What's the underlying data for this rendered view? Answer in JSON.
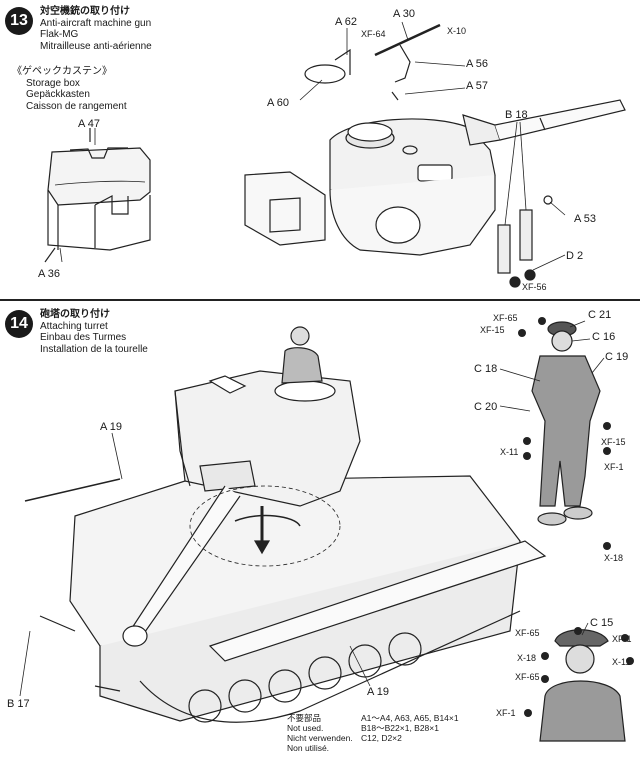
{
  "step13": {
    "number": "13",
    "title_jp": "対空機銃の取り付け",
    "title_en": "Anti-aircraft machine gun",
    "title_de": "Flak-MG",
    "title_fr": "Mitrailleuse anti-aérienne",
    "storage_jp": "《ゲペックカステン》",
    "storage_en": "Storage box",
    "storage_de": "Gepäckkasten",
    "storage_fr": "Caisson de rangement",
    "labels": {
      "a62": "A 62",
      "a30": "A 30",
      "xf64": "XF-64",
      "x10": "X-10",
      "a56": "A 56",
      "a57": "A 57",
      "a60": "A 60",
      "a47": "A 47",
      "a36": "A 36",
      "b18": "B 18",
      "a53": "A 53",
      "d2": "D 2",
      "xf56": "XF-56"
    }
  },
  "step14": {
    "number": "14",
    "title_jp": "砲塔の取り付け",
    "title_en": "Attaching turret",
    "title_de": "Einbau des Turmes",
    "title_fr": "Installation de la tourelle",
    "labels": {
      "a19_top": "A 19",
      "a19_bottom": "A 19",
      "b17": "B 17",
      "xf65_1": "XF-65",
      "xf15_1": "XF-15",
      "c21": "C 21",
      "c16": "C 16",
      "c19": "C 19",
      "c18": "C 18",
      "c20": "C 20",
      "x11_1": "X-11",
      "xf15_2": "XF-15",
      "xf1_1": "XF-1",
      "x18_1": "X-18",
      "c15": "C 15",
      "xf65_2": "XF-65",
      "xf1_2": "XF-1",
      "x18_2": "X-18",
      "x11_2": "X-11",
      "xf65_3": "XF-65",
      "xf1_3": "XF-1"
    },
    "unused_jp": "不要部品",
    "unused_en": "Not used.",
    "unused_de": "Nicht verwenden.",
    "unused_fr": "Non utilisé.",
    "unused_parts_1": "A1～A4, A63, A65, B14×1",
    "unused_parts_2": "B18～B22×1, B28×1",
    "unused_parts_3": "C12, D2×2"
  }
}
